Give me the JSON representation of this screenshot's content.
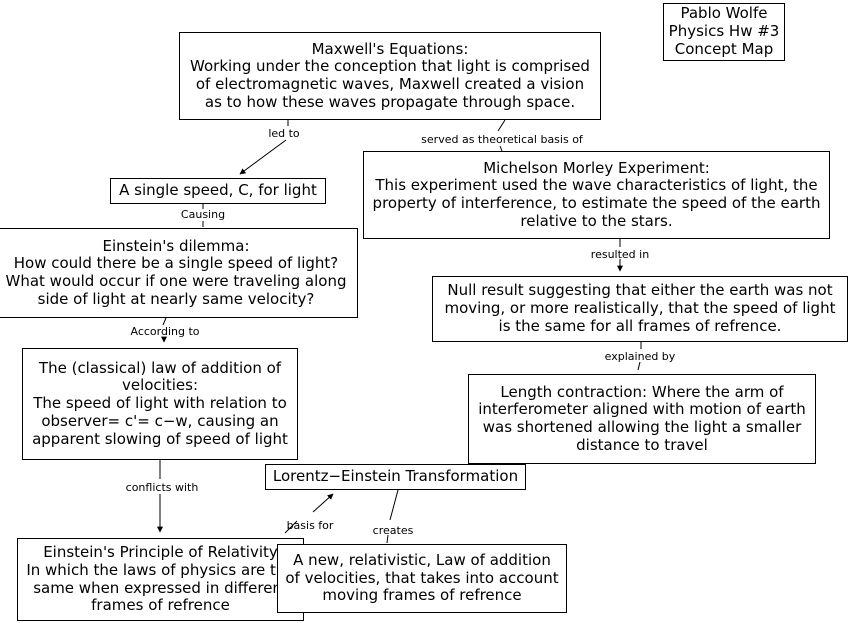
{
  "document": {
    "kind": "concept-map",
    "background_color": "#ffffff",
    "line_color": "#000000",
    "text_color": "#000000"
  },
  "header": {
    "lines": [
      "Pablo Wolfe",
      "Physics Hw #3",
      "Concept Map"
    ]
  },
  "nodes": {
    "maxwell": {
      "lines": [
        "Maxwell's Equations:",
        "Working under the conception that light is comprised",
        "of electromagnetic waves, Maxwell created a vision",
        "as to how these waves propagate through space."
      ]
    },
    "single_speed": {
      "lines": [
        "A single speed, C, for light"
      ]
    },
    "michelson": {
      "lines": [
        "Michelson Morley Experiment:",
        "This experiment used the wave characteristics of light, the",
        "property of interference, to estimate the speed of the earth",
        "relative to the stars."
      ]
    },
    "dilemma": {
      "lines": [
        "Einstein's dilemma:",
        "How could there be a single speed of light?",
        "What would occur if one were traveling along",
        "side of light at nearly same velocity?"
      ]
    },
    "null_result": {
      "lines": [
        "Null result suggesting that either the earth was not",
        "moving, or more realistically, that the speed of light",
        "is the same for all frames of refrence."
      ]
    },
    "classical_law": {
      "lines": [
        "The (classical) law of addition of",
        "velocities:",
        "The speed of light with relation to",
        "observer= c'= c−w, causing an",
        "apparent slowing of speed of light"
      ]
    },
    "length_contraction": {
      "lines": [
        "Length contraction: Where the arm of",
        "interferometer aligned with motion of earth",
        "was shortened allowing the light a smaller",
        "distance to travel"
      ]
    },
    "lorentz": {
      "lines": [
        "Lorentz−Einstein Transformation"
      ]
    },
    "principle": {
      "lines": [
        "Einstein's Principle of Relativity",
        "In which the laws of physics are the",
        "same when expressed in different",
        "frames of refrence"
      ]
    },
    "new_law": {
      "lines": [
        "A new, relativistic, Law of addition",
        "of velocities, that takes into account",
        "moving frames of refrence"
      ]
    }
  },
  "links": {
    "led_to": "led to",
    "served_as": "served as theoretical basis of",
    "causing": "Causing",
    "resulted_in": "resulted in",
    "according_to": "According to",
    "explained_by": "explained by",
    "conflicts_with": "conflicts with",
    "basis_for": "basis for",
    "creates": "creates"
  }
}
